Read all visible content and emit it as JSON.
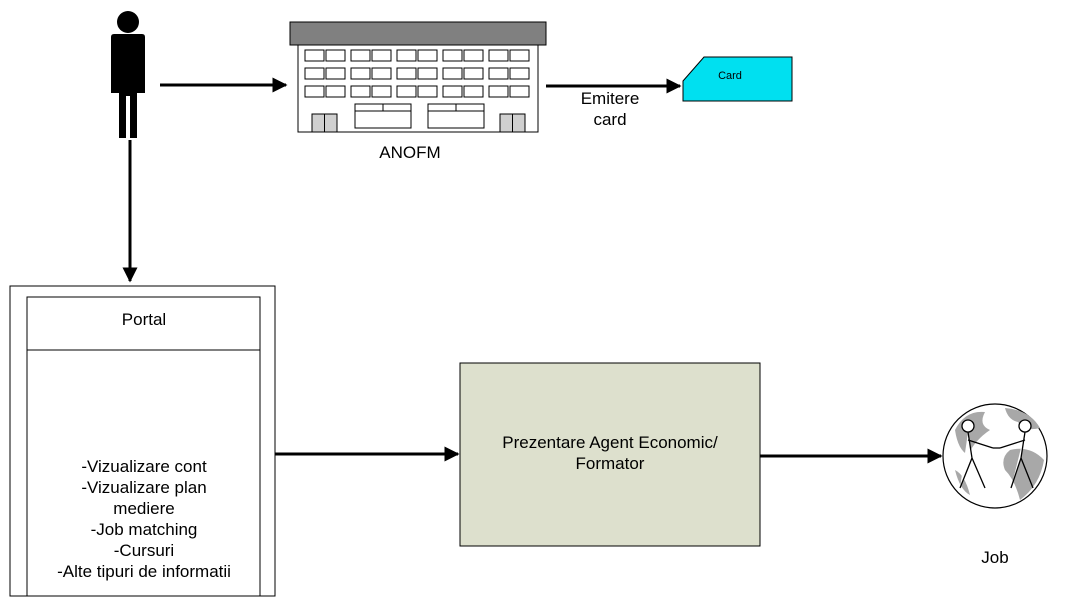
{
  "building": {
    "label": "ANOFM"
  },
  "issue_edge": {
    "label_line1": "Emitere",
    "label_line2": "card"
  },
  "card": {
    "label": "Card",
    "fill": "#00e0f0"
  },
  "portal": {
    "title": "Portal",
    "items": [
      "-Vizualizare cont",
      "-Vizualizare plan",
      "mediere",
      "-Job matching",
      "-Cursuri",
      "-Alte tipuri de informatii"
    ]
  },
  "presentation": {
    "line1": "Prezentare Agent Economic/",
    "line2": "Formator",
    "fill": "#dde0cd"
  },
  "job": {
    "label": "Job"
  },
  "colors": {
    "stroke": "#000000",
    "roof": "#808080",
    "globe_land": "#a8a8a8"
  }
}
